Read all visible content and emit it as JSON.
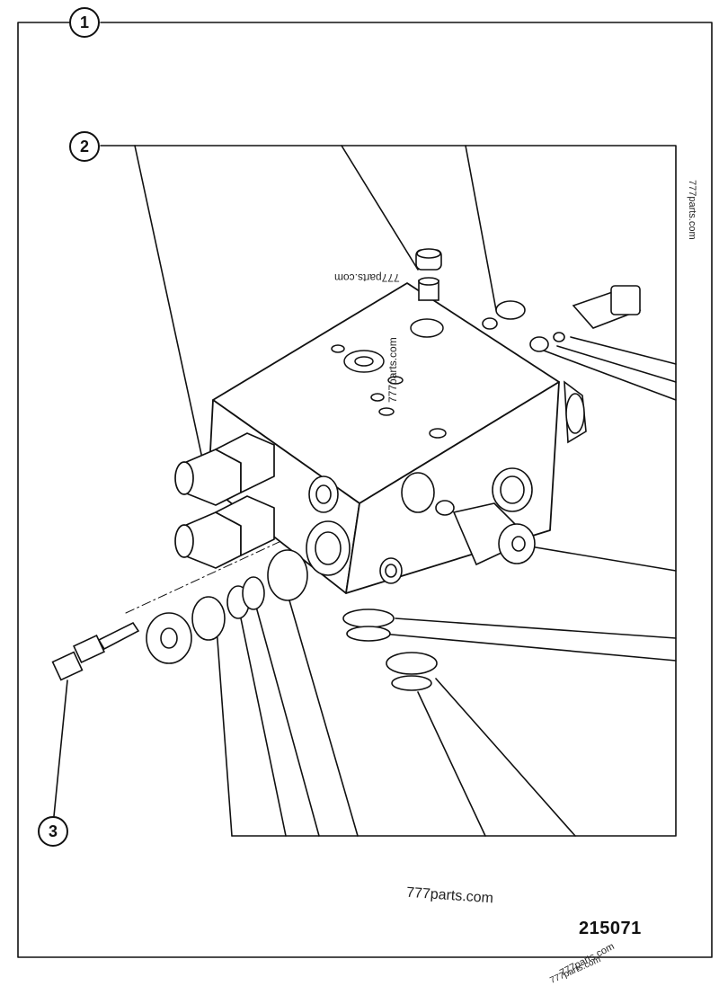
{
  "callouts": {
    "c1": "1",
    "c2": "2",
    "c3": "3"
  },
  "drawing_number": "215071",
  "watermarks": {
    "w1": "777parts.com",
    "w2": "777parts.com",
    "w3": "777parts.com",
    "w4": "777parts.com",
    "w5": "777parts.com",
    "w6": "777parts.com"
  }
}
